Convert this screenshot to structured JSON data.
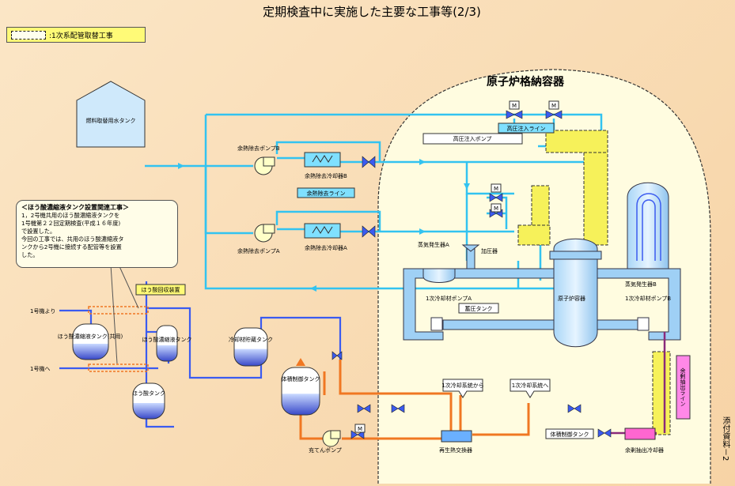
{
  "title": "定期検査中に実施した主要な工事等(2/3)",
  "legend": {
    "label": ":1次系配管取替工事"
  },
  "side_label": "添付資料－2",
  "containment_label": "原子炉格納容器",
  "note": {
    "heading": "＜ほう酸濃縮液タンク設置関連工事＞",
    "line1": "1，2号機共用のほう酸濃縮液タンクを",
    "line2": "1号機第２２回定期検査(平成１６年度)",
    "line3": "で設置した。",
    "line4": "今回の工事では、共用のほう酸濃縮液タ",
    "line5": "ンクから2号機に接続する配管等を設置",
    "line6": "した。"
  },
  "labels": {
    "fuel_tank": "燃料取替用水タンク",
    "rhr_pump_b": "余熱除去ポンプB",
    "rhr_hx_b": "余熱除去冷却器B",
    "rhr_line": "余熱除去ライン",
    "rhr_pump_a": "余熱除去ポンプA",
    "rhr_hx_a": "余熱除去冷却器A",
    "hp_pump": "高圧注入ポンプ",
    "hp_line": "高圧注入ライン",
    "sg_a": "蒸気発生器A",
    "pressurizer": "加圧器",
    "sg_b": "蒸気発生器B",
    "rcp_a": "1次冷却材ポンプA",
    "accumulator": "蓄圧タンク",
    "reactor_vessel": "原子炉容器",
    "rcp_b": "1次冷却材ポンプB",
    "boric_recovery": "ほう酸回収装置",
    "unit1_from": "1号機より",
    "unit1_to": "1号機へ",
    "shared_tank": "ほう酸濃縮液タンク(共用)",
    "conc_tank": "ほう酸濃縮液タンク",
    "boric_tank": "ほう酸タンク",
    "coolant_storage": "冷却材貯蔵タンク",
    "vct": "体積制御タンク",
    "charging_pump": "充てんポンプ",
    "primary_from": "1次冷却系統から",
    "primary_to": "1次冷却系統へ",
    "regen_hx": "再生熱交換器",
    "vct2": "体積制御タンク",
    "letdown_line": "余剰抽出ライン",
    "excess_hx": "余剰抽出冷却器",
    "motor": "M"
  },
  "colors": {
    "cyan": "#33c3f0",
    "blue": "#3b5bf0",
    "orange": "#f07722",
    "purple": "#8a2a7a",
    "yellow": "#f5f04a",
    "vessel": "#9fd0f5"
  }
}
